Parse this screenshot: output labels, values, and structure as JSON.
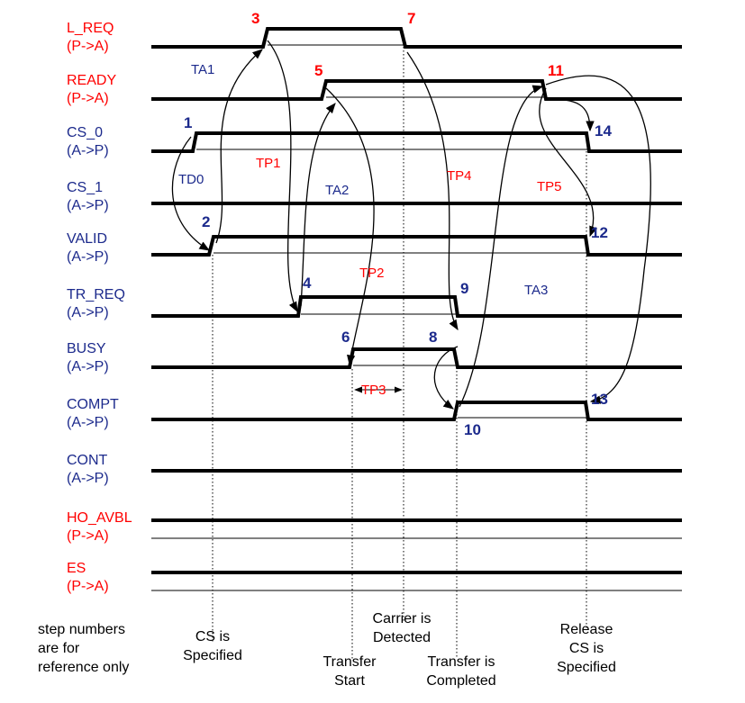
{
  "colors": {
    "passive_label": "#ff0000",
    "active_label": "#1c2a8c",
    "step_red": "#ff0000",
    "step_blue": "#1c2a8c",
    "line": "#000000"
  },
  "signals": [
    {
      "id": "l_req",
      "name": "L_REQ",
      "dir": "(P->A)",
      "color": "passive_label"
    },
    {
      "id": "ready",
      "name": "READY",
      "dir": "(P->A)",
      "color": "passive_label"
    },
    {
      "id": "cs_0",
      "name": "CS_0",
      "dir": "(A->P)",
      "color": "active_label"
    },
    {
      "id": "cs_1",
      "name": "CS_1",
      "dir": "(A->P)",
      "color": "active_label"
    },
    {
      "id": "valid",
      "name": "VALID",
      "dir": "(A->P)",
      "color": "active_label"
    },
    {
      "id": "tr_req",
      "name": "TR_REQ",
      "dir": "(A->P)",
      "color": "active_label"
    },
    {
      "id": "busy",
      "name": "BUSY",
      "dir": "(A->P)",
      "color": "active_label"
    },
    {
      "id": "compt",
      "name": "COMPT",
      "dir": "(A->P)",
      "color": "active_label"
    },
    {
      "id": "cont",
      "name": "CONT",
      "dir": "(A->P)",
      "color": "active_label"
    },
    {
      "id": "ho_avbl",
      "name": "HO_AVBL",
      "dir": "(P->A)",
      "color": "passive_label"
    },
    {
      "id": "es",
      "name": "ES",
      "dir": "(P->A)",
      "color": "passive_label"
    }
  ],
  "steps": [
    {
      "n": "1",
      "color": "step_blue"
    },
    {
      "n": "2",
      "color": "step_blue"
    },
    {
      "n": "3",
      "color": "step_red"
    },
    {
      "n": "4",
      "color": "step_blue"
    },
    {
      "n": "5",
      "color": "step_red"
    },
    {
      "n": "6",
      "color": "step_blue"
    },
    {
      "n": "7",
      "color": "step_red"
    },
    {
      "n": "8",
      "color": "step_blue"
    },
    {
      "n": "9",
      "color": "step_blue"
    },
    {
      "n": "10",
      "color": "step_blue"
    },
    {
      "n": "11",
      "color": "step_red"
    },
    {
      "n": "12",
      "color": "step_blue"
    },
    {
      "n": "13",
      "color": "step_blue"
    },
    {
      "n": "14",
      "color": "step_blue"
    }
  ],
  "timings": [
    {
      "id": "td0",
      "label": "TD0",
      "color": "active_label"
    },
    {
      "id": "ta1",
      "label": "TA1",
      "color": "active_label"
    },
    {
      "id": "tp1",
      "label": "TP1",
      "color": "passive_label"
    },
    {
      "id": "ta2",
      "label": "TA2",
      "color": "active_label"
    },
    {
      "id": "tp2",
      "label": "TP2",
      "color": "passive_label"
    },
    {
      "id": "tp4",
      "label": "TP4",
      "color": "passive_label"
    },
    {
      "id": "tp5",
      "label": "TP5",
      "color": "passive_label"
    },
    {
      "id": "ta3",
      "label": "TA3",
      "color": "active_label"
    },
    {
      "id": "tp3",
      "label": "TP3",
      "color": "passive_label"
    }
  ],
  "notes": {
    "legend": [
      "step numbers",
      "are for",
      "reference only"
    ],
    "cs_specified": [
      "CS is",
      "Specified"
    ],
    "transfer_start": [
      "Transfer",
      "Start"
    ],
    "carrier_detected": [
      "Carrier is",
      "Detected"
    ],
    "transfer_completed": [
      "Transfer is",
      "Completed"
    ],
    "release_cs": [
      "Release",
      "CS is",
      "Specified"
    ]
  }
}
